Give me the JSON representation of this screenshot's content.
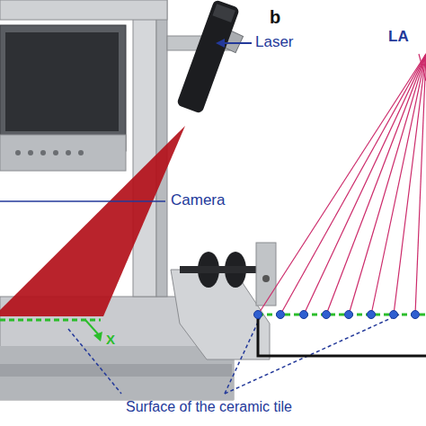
{
  "diagram": {
    "labels": [
      "Laser",
      "Camera",
      "X",
      "Surface of the ceramic tile",
      "b",
      "LA"
    ]
  }
}
